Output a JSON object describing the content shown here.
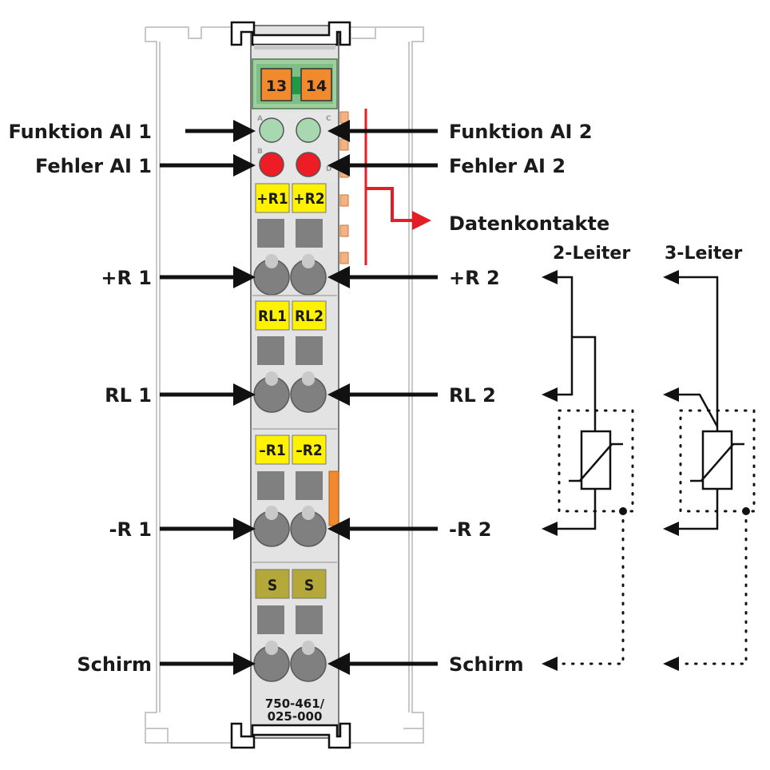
{
  "module": {
    "connector_labels": [
      "13",
      "14"
    ],
    "model_line1": "750-461/",
    "model_line2": "025-000",
    "led_letters": [
      "A",
      "B",
      "C",
      "D"
    ],
    "terminal_keys": [
      [
        "+R1",
        "+R2"
      ],
      [
        "RL1",
        "RL2"
      ],
      [
        "–R1",
        "–R2"
      ],
      [
        "S",
        "S"
      ]
    ],
    "colors": {
      "body": "#e3e3e3",
      "top_block": "#9fcf9f",
      "connector_orange": "#f08a2c",
      "led_function": "#a8d8b0",
      "led_error": "#ee1c24",
      "key_yellow": "#fff200",
      "key_shield": "#b5a83a",
      "contact_gray": "#808080",
      "datakontakt_red": "#e41e26"
    }
  },
  "labels": {
    "left": [
      "Funktion AI 1",
      "Fehler AI 1",
      "+R 1",
      "RL 1",
      "-R 1",
      "Schirm"
    ],
    "right": [
      "Funktion AI 2",
      "Fehler AI 2",
      "+R 2",
      "RL 2",
      "-R 2",
      "Schirm"
    ],
    "data_contacts": "Datenkontakte"
  },
  "wiring": {
    "two_wire_title": "2-Leiter",
    "three_wire_title": "3-Leiter"
  }
}
